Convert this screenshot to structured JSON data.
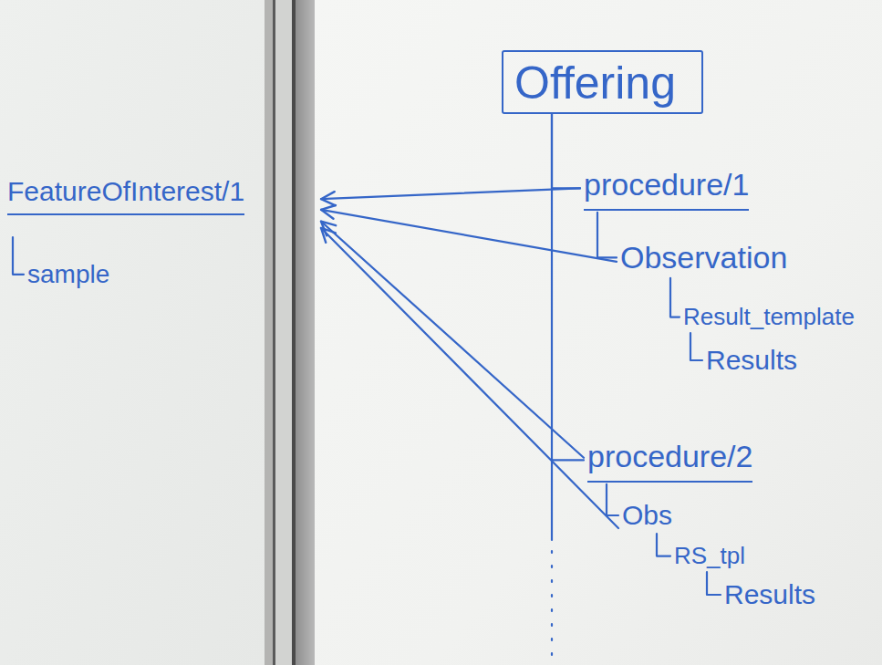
{
  "diagram": {
    "nodes": [
      {
        "text": [
          "FeatureOfInterest/1"
        ]
      },
      {
        "text": [
          "sample"
        ]
      },
      {
        "text": [
          "Offering"
        ]
      },
      {
        "text": [
          "procedure/1"
        ]
      },
      {
        "text": [
          "Observation"
        ]
      },
      {
        "text": [
          "Result_template"
        ]
      },
      {
        "text": [
          "Results"
        ]
      },
      {
        "text": [
          "procedure/2"
        ]
      },
      {
        "text": [
          "Obs"
        ]
      },
      {
        "text": [
          "RS_tpl"
        ]
      },
      {
        "text": [
          "Results"
        ]
      }
    ],
    "edges": [
      {
        "from": 0,
        "to": 1,
        "arrow": "none"
      },
      {
        "from": 2,
        "to": 3,
        "arrow": "none"
      },
      {
        "from": 3,
        "to": 4,
        "arrow": "none"
      },
      {
        "from": 4,
        "to": 5,
        "arrow": "none"
      },
      {
        "from": 5,
        "to": 6,
        "arrow": "none"
      },
      {
        "from": 2,
        "to": 7,
        "arrow": "none"
      },
      {
        "from": 7,
        "to": 8,
        "arrow": "none"
      },
      {
        "from": 8,
        "to": 9,
        "arrow": "none"
      },
      {
        "from": 9,
        "to": 10,
        "arrow": "none"
      },
      {
        "from": 3,
        "to": 0,
        "arrow": "to"
      },
      {
        "from": 4,
        "to": 0,
        "arrow": "to"
      },
      {
        "from": 7,
        "to": 0,
        "arrow": "to"
      },
      {
        "from": 8,
        "to": 0,
        "arrow": "to"
      }
    ]
  }
}
